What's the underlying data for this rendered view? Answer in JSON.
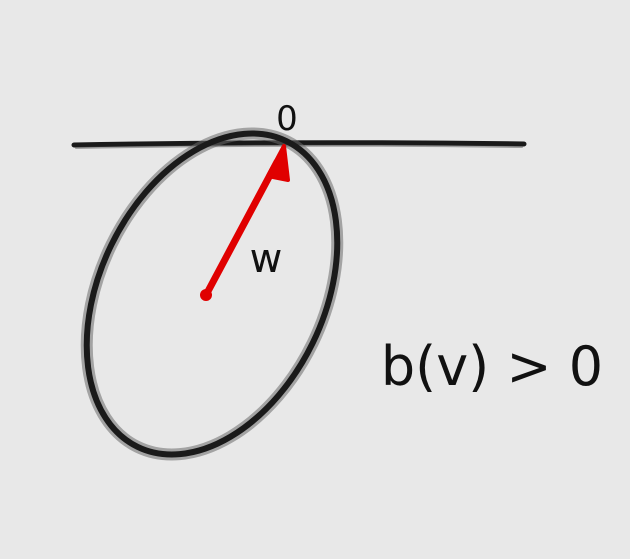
{
  "labels": {
    "origin": "0",
    "vector": "w",
    "condition": "b(v) > 0"
  },
  "colors": {
    "background": "#e8e8e8",
    "ink": "#111111",
    "vector": "#e00000"
  }
}
